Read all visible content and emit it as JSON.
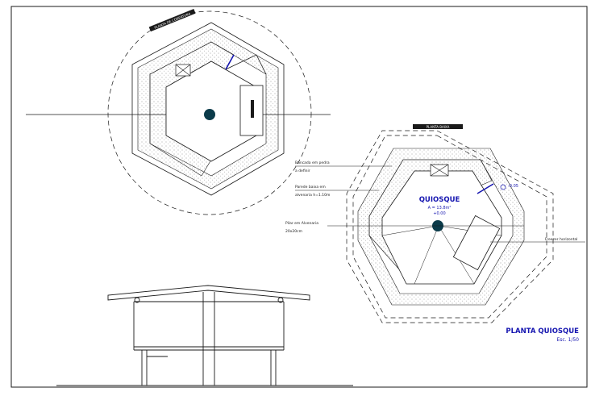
{
  "drawing": {
    "title": "PLANTA QUIOSQUE",
    "scale": "Esc. 1/50",
    "room_name": "QUIOSQUE",
    "room_area": "A = 13.8m²",
    "room_level": "+0.00",
    "exterior_level": "-0.05",
    "callouts": [
      {
        "line1": "Bancada em pedra",
        "line2": "a definir"
      },
      {
        "line1": "Parede baixa em",
        "line2": "alvenaria h=1.10m"
      },
      {
        "line1": "Pilar em Alvenaria",
        "line2": "20x20cm"
      },
      {
        "line1": "Freezer horizontal",
        "line2": ""
      }
    ],
    "stamps": [
      "PLANTA DE COBERTURA",
      "PLANTA BAIXA"
    ]
  },
  "colors": {
    "line": "#1a1a1a",
    "accent": "#1515b0",
    "hatch": "#9a9a9a"
  }
}
